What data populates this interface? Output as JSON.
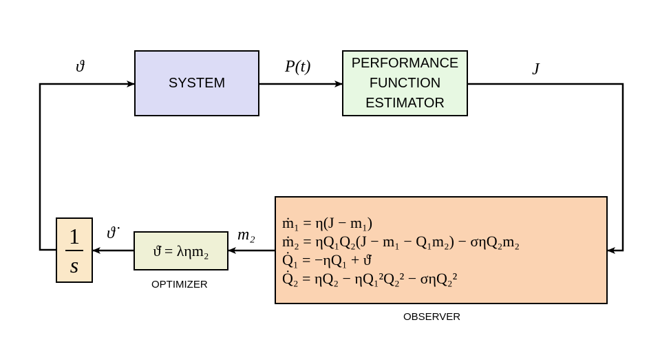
{
  "blocks": {
    "system": "SYSTEM",
    "estimator": [
      "PERFORMANCE",
      "FUNCTION",
      "ESTIMATOR"
    ],
    "observer": {
      "equations": [
        "ṁ₁ = η(J − m₁)",
        "ṁ₂ = ηQ₁Q₂(J − m₁ − Q₁m₂) − σηQ₂m₂",
        "Q̇₁ = −ηQ₁ + ϑ̇",
        "Q̇₂ = ηQ₂ − ηQ₁²Q₂² − σηQ₂²"
      ],
      "caption": "OBSERVER"
    },
    "optimizer": {
      "equation": "ϑ̇ = ληm₂",
      "caption": "OPTIMIZER"
    },
    "integrator": {
      "numerator": "1",
      "denominator": "s"
    }
  },
  "signals": {
    "theta": "ϑ",
    "p_t": "P(t)",
    "j": "J",
    "m2": "m₂",
    "theta_dot": "ϑ̇"
  }
}
